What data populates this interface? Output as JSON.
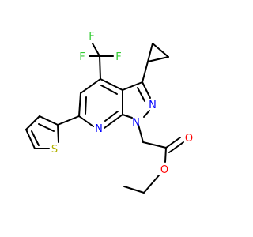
{
  "structure": {
    "atoms": {
      "f1": "F",
      "f2": "F",
      "f3": "F",
      "n_pyridine": "N",
      "n_pyrazole_1": "N",
      "n_pyrazole_2": "N",
      "s_thiophene": "S",
      "o_carbonyl": "O",
      "o_ester": "O"
    }
  },
  "colors": {
    "bond": "#000000",
    "fluorine": "#33cc33",
    "nitrogen": "#0000ff",
    "sulfur": "#b2b200",
    "oxygen": "#ff0000"
  }
}
